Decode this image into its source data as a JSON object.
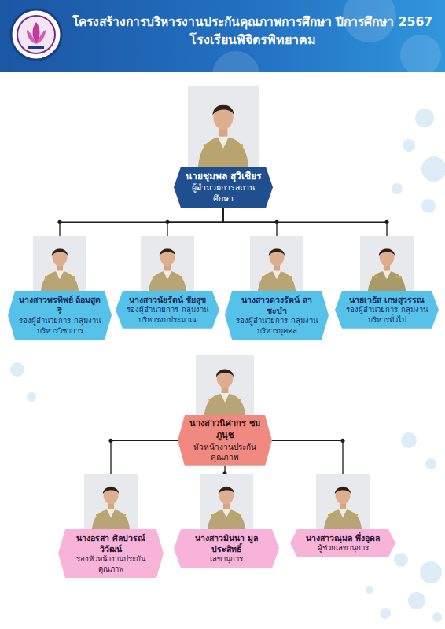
{
  "diagram": {
    "title": "โครงสร้างการบริหารงานประกันคุณภาพการศึกษา ปีการศึกษา 2567",
    "nodes": [
      {
        "text": [
          "นายชุมพล สุวิเชียร",
          "ผู้อำนวยการสถานศึกษา"
        ]
      },
      {
        "text": [
          "นางสาวพรทิพย์ ล้อมสูตรี",
          "รองผู้อำนวยการ กลุ่มงานบริหารวิชาการ"
        ]
      },
      {
        "text": [
          "นางสาวนัยรัตน์ ชัยสุข",
          "รองผู้อำนวยการ กลุ่มงานบริหารงบประมาณ"
        ]
      },
      {
        "text": [
          "นางสาวดวงรัตน์ สาชะบำ",
          "รองผู้อำนวยการ กลุ่มงานบริหารบุคคล"
        ]
      },
      {
        "text": [
          "นายเวธัส เกษสุวรรณ",
          "รองผู้อำนวยการ กลุ่มงานบริหารทั่วไป"
        ]
      },
      {
        "text": [
          "นางสาวนิศากร ชมภูนุช",
          "หัวหน้างานประกันคุณภาพ"
        ]
      },
      {
        "text": [
          "นางอรสา ศิลปวรณ์วิวัฒน์",
          "รองหัวหน้างานประกันคุณภาพ"
        ]
      },
      {
        "text": [
          "นางสาวมินนา มูลประสิทธิ์",
          "เลขานุการ"
        ]
      },
      {
        "text": [
          "นางสาวณุมล พึ่งอุดล",
          "ผู้ช่วยเลขานุการ"
        ]
      }
    ],
    "edges": [
      {
        "from": 0,
        "to": 1,
        "arrow": "none"
      },
      {
        "from": 0,
        "to": 2,
        "arrow": "none"
      },
      {
        "from": 0,
        "to": 3,
        "arrow": "none"
      },
      {
        "from": 0,
        "to": 4,
        "arrow": "none"
      },
      {
        "from": 5,
        "to": 6,
        "arrow": "none"
      },
      {
        "from": 5,
        "to": 7,
        "arrow": "none"
      },
      {
        "from": 5,
        "to": 8,
        "arrow": "none"
      }
    ],
    "labels": [
      "โรงเรียนพิจิตรพิทยาคม"
    ]
  }
}
